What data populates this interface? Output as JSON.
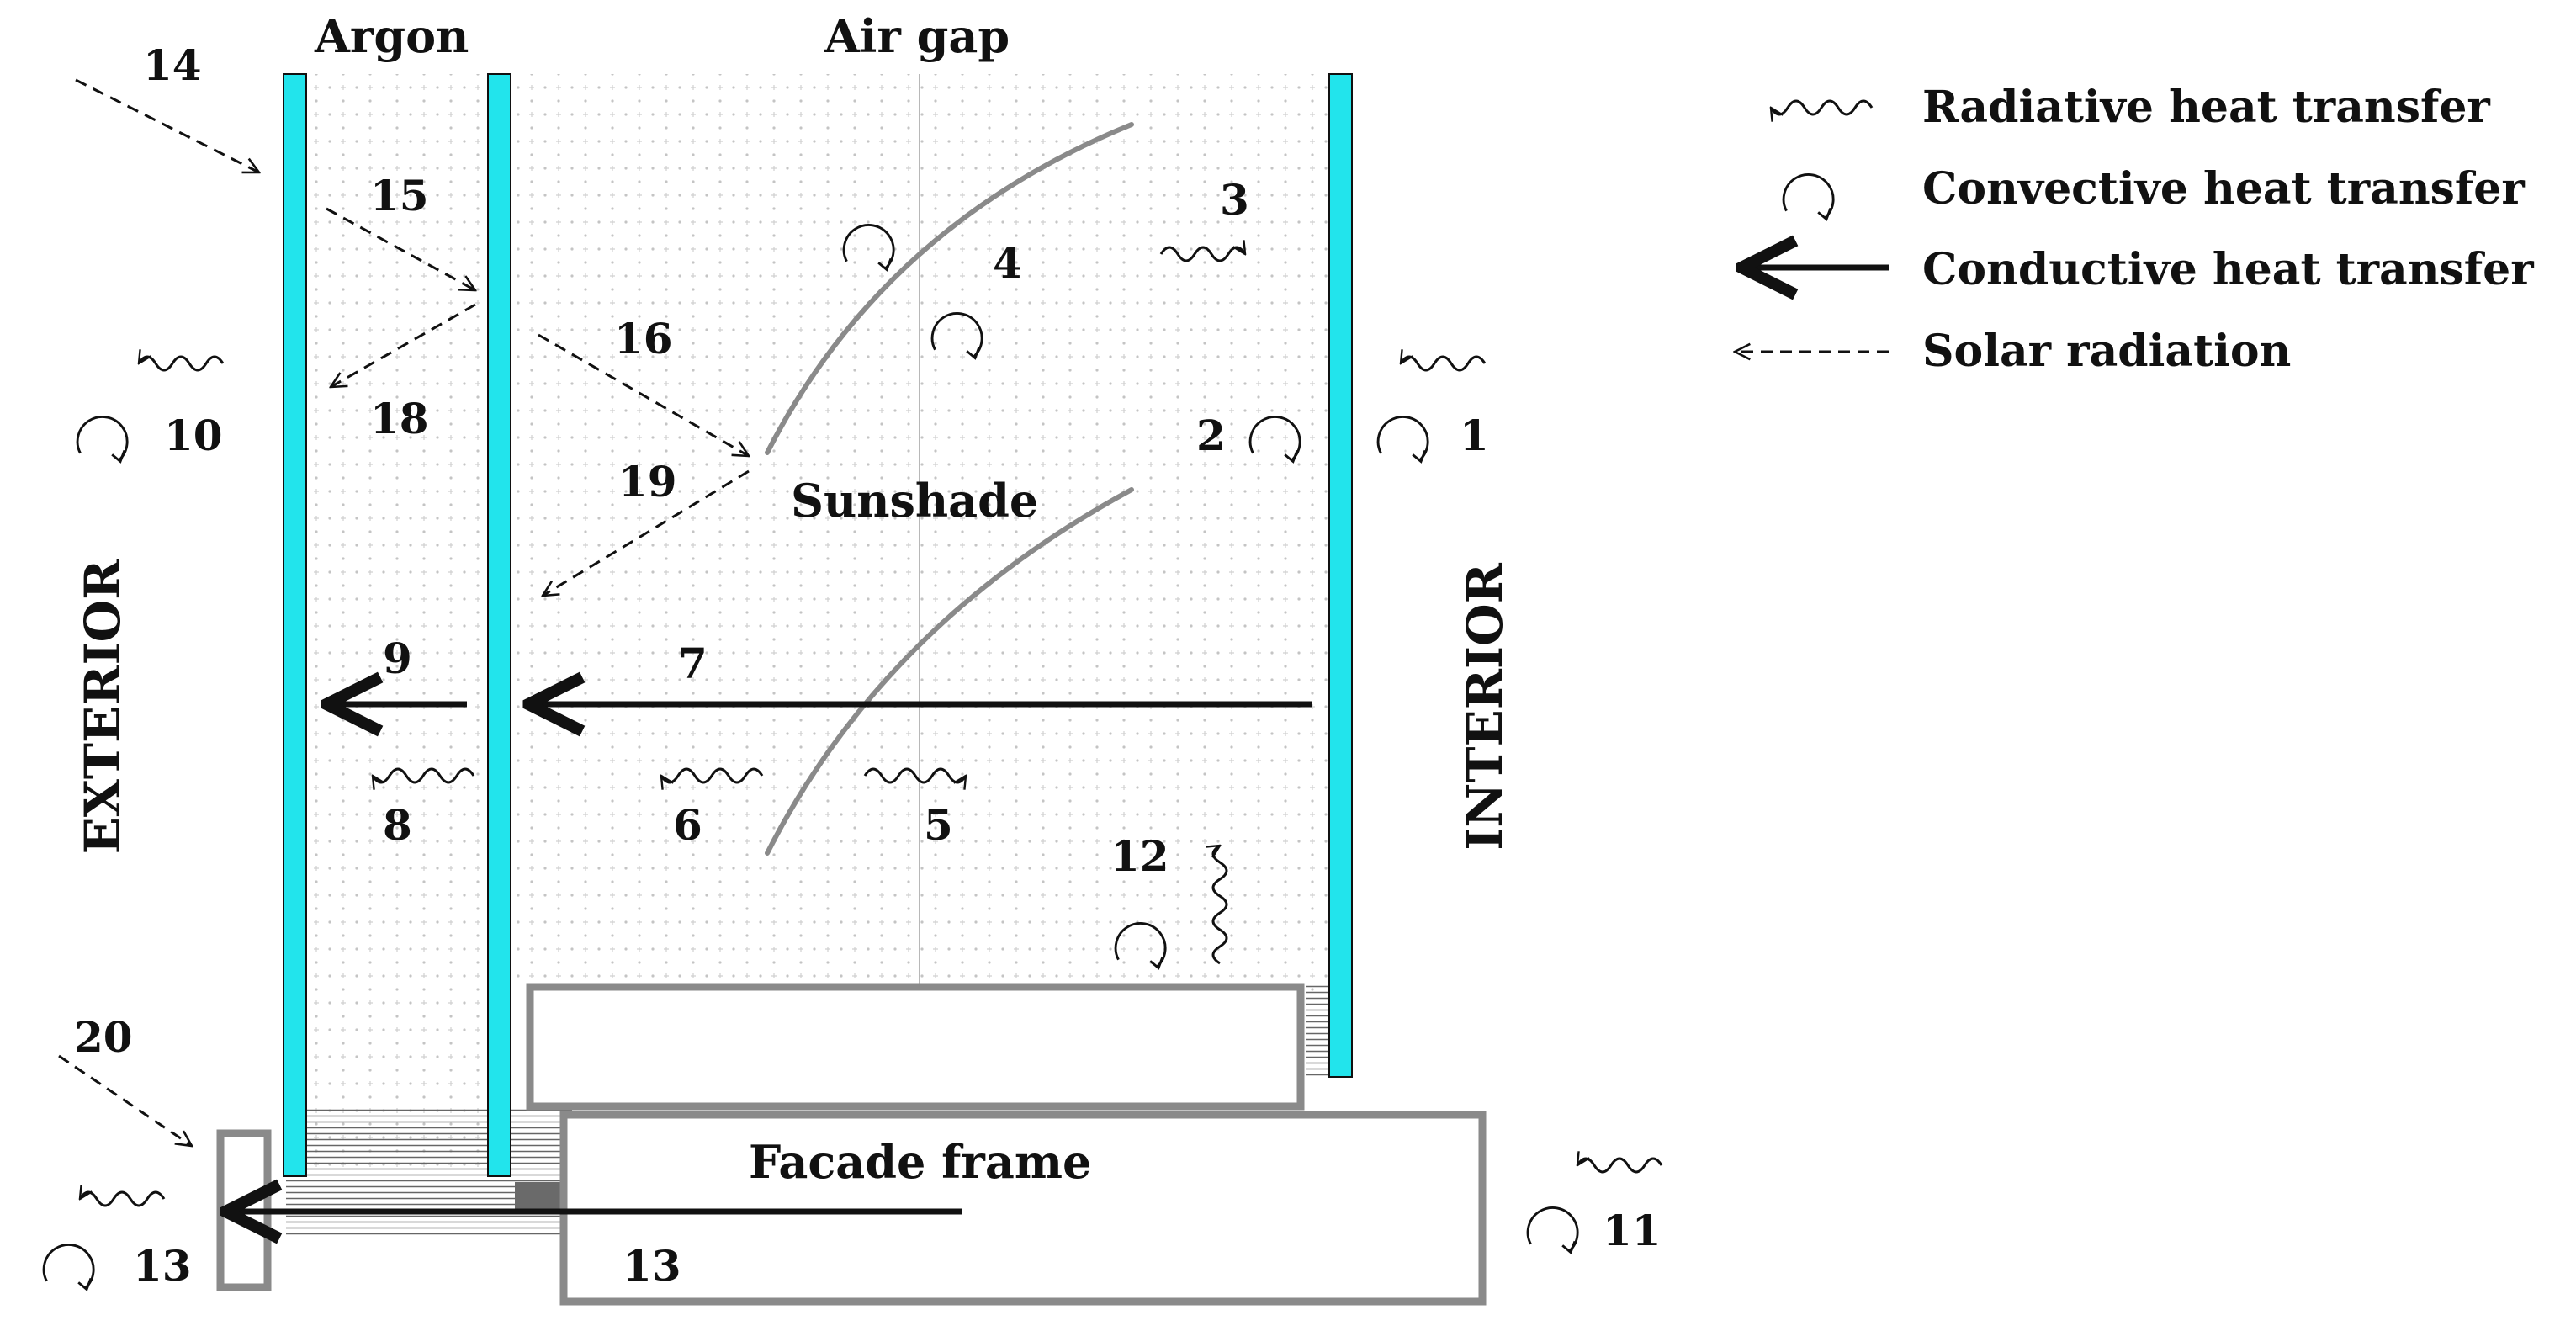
{
  "labels": {
    "argon": "Argon",
    "air_gap": "Air gap",
    "sunshade": "Sunshade",
    "facade_frame": "Facade frame",
    "exterior": "EXTERIOR",
    "interior": "INTERIOR"
  },
  "legend": {
    "radiative": "Radiative heat transfer",
    "convective": "Convective heat transfer",
    "conductive": "Conductive heat transfer",
    "solar": "Solar radiation"
  },
  "numbers": {
    "n1": "1",
    "n2": "2",
    "n3": "3",
    "n4": "4",
    "n5": "5",
    "n6": "6",
    "n7": "7",
    "n8": "8",
    "n9": "9",
    "n10": "10",
    "n11": "11",
    "n12": "12",
    "n13a": "13",
    "n13b": "13",
    "n14": "14",
    "n15": "15",
    "n16": "16",
    "n18": "18",
    "n19": "19",
    "n20": "20"
  },
  "colors": {
    "glass": "#22e4ec",
    "frame": "#8a8a8a",
    "dots": "#c8c8c8",
    "ink": "#111111"
  }
}
